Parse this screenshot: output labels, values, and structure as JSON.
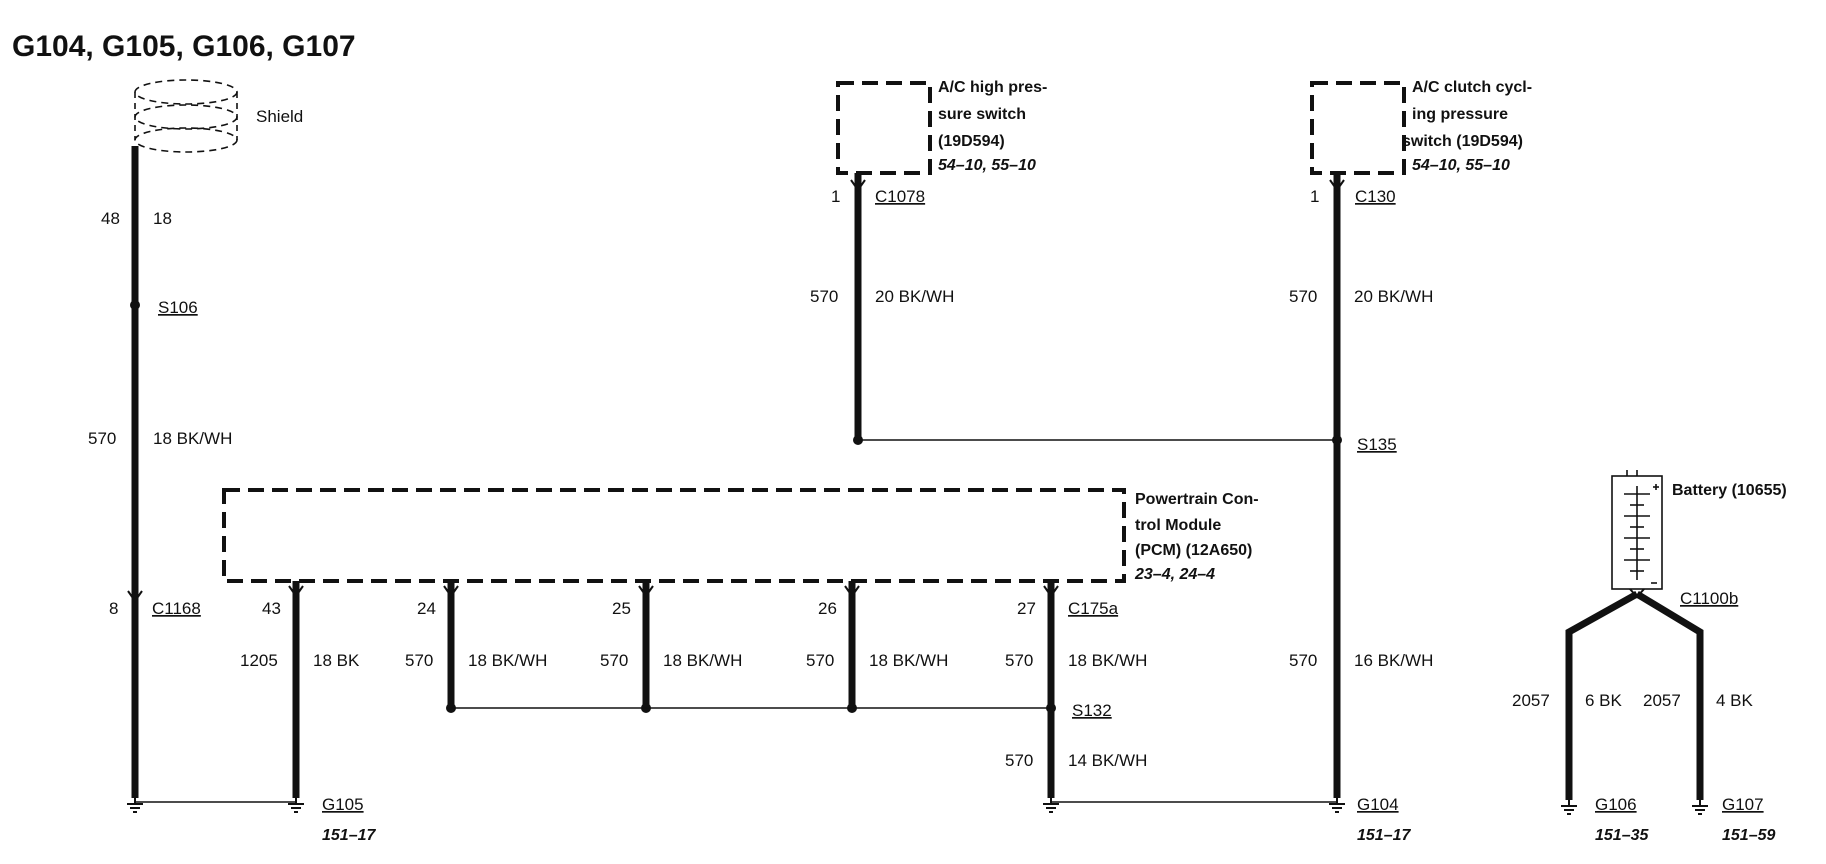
{
  "title": "G104, G105, G106, G107",
  "shield": {
    "label": "Shield"
  },
  "components": {
    "hps": {
      "lines": [
        "A/C high pres-",
        "sure switch",
        "(19D594)"
      ],
      "ref": "54–10, 55–10"
    },
    "ccps": {
      "lines": [
        "A/C clutch cycl-",
        "ing pressure",
        "switch (19D594)"
      ],
      "ref": "54–10, 55–10"
    },
    "pcm": {
      "lines": [
        "Powertrain Con-",
        "trol Module",
        "(PCM) (12A650)"
      ],
      "ref": "23–4, 24–4"
    },
    "battery": {
      "label": "Battery (10655)"
    }
  },
  "connectors": {
    "c1078": {
      "name": "C1078",
      "pin": "1"
    },
    "c130": {
      "name": "C130",
      "pin": "1"
    },
    "c1168": {
      "name": "C1168",
      "pin": "8"
    },
    "c175a": {
      "name": "C175a",
      "pins": [
        "43",
        "24",
        "25",
        "26",
        "27"
      ]
    },
    "c1100b": {
      "name": "C1100b"
    }
  },
  "splices": {
    "s106": "S106",
    "s135": "S135",
    "s132": "S132"
  },
  "grounds": {
    "g105": {
      "name": "G105",
      "ref": "151–17"
    },
    "g104": {
      "name": "G104",
      "ref": "151–17"
    },
    "g106": {
      "name": "G106",
      "ref": "151–35"
    },
    "g107": {
      "name": "G107",
      "ref": "151–59"
    }
  },
  "wires": {
    "shield_drain": {
      "circuit": "48",
      "gauge_color": "18"
    },
    "left_main": {
      "circuit": "570",
      "gauge_color": "18 BK/WH"
    },
    "hps_lead": {
      "circuit": "570",
      "gauge_color": "20 BK/WH"
    },
    "ccps_lead": {
      "circuit": "570",
      "gauge_color": "20 BK/WH"
    },
    "s135_ground": {
      "circuit": "570",
      "gauge_color": "16 BK/WH"
    },
    "pcm43": {
      "circuit": "1205",
      "gauge_color": "18 BK"
    },
    "pcm24": {
      "circuit": "570",
      "gauge_color": "18 BK/WH"
    },
    "pcm25": {
      "circuit": "570",
      "gauge_color": "18 BK/WH"
    },
    "pcm26": {
      "circuit": "570",
      "gauge_color": "18 BK/WH"
    },
    "pcm27": {
      "circuit": "570",
      "gauge_color": "18 BK/WH"
    },
    "s132_ground": {
      "circuit": "570",
      "gauge_color": "14 BK/WH"
    },
    "bat_g106": {
      "circuit": "2057",
      "gauge_color": "6 BK"
    },
    "bat_g107": {
      "circuit": "2057",
      "gauge_color": "4 BK"
    }
  }
}
